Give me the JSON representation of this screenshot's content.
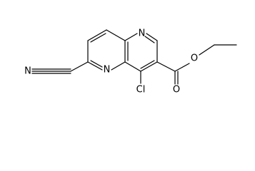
{
  "atoms": {
    "ring_n_top": "N",
    "ring_n_bottom": "N",
    "nitrile_n": "N",
    "chlorine": "Cl",
    "ether_o": "O",
    "carbonyl_o": "O"
  },
  "colors": {
    "bond": "#000000",
    "label": "#000000",
    "background": "#ffffff"
  }
}
